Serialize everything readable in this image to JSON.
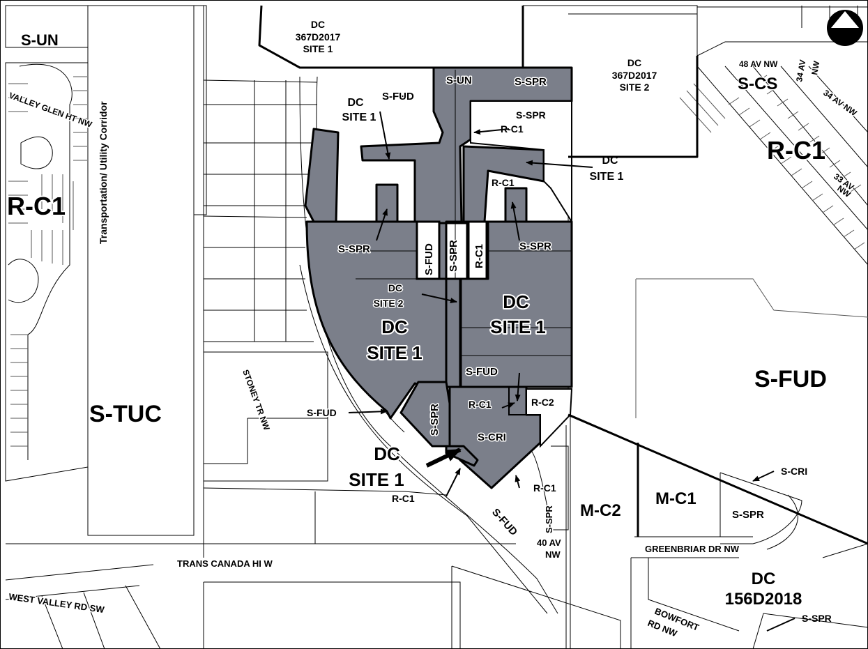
{
  "colors": {
    "zone_fill": "#7b7f8a",
    "background": "#ffffff",
    "line": "#000000"
  },
  "north_arrow": {
    "letter": "N"
  },
  "labels": {
    "s_un_top": "S-UN",
    "dc_367_site1": [
      "DC",
      "367D2017",
      "SITE 1"
    ],
    "dc_367_site2": [
      "DC",
      "367D2017",
      "SITE 2"
    ],
    "av48": "48 AV NW",
    "av34a": "34 AV",
    "av34a_nw": "NW",
    "s_cs": "S-CS",
    "av34": "34 AV NW",
    "rc1_right": "R-C1",
    "av33": "33 AV",
    "av33_nw": "NW",
    "valley_glen": "VALLEY GLEN HT NW",
    "rc1_left": "R-C1",
    "tuc_corridor": "Transportation/ Utility Corridor",
    "s_tuc": "S-TUC",
    "dc_site1_callout_a": [
      "DC",
      "SITE 1"
    ],
    "s_fud_top": "S-FUD",
    "s_un_gray": "S-UN",
    "s_spr_gray_top": "S-SPR",
    "s_spr_white_top": "S-SPR",
    "rc1_top": "R-C1",
    "dc_site1_callout_b": [
      "DC",
      "SITE 1"
    ],
    "rc1_mid": "R-C1",
    "s_spr_left": "S-SPR",
    "s_fud_vert": "S-FUD",
    "s_spr_vert": "S-SPR",
    "rc1_vert": "R-C1",
    "s_spr_right": "S-SPR",
    "dc_site2_small": [
      "DC",
      "SITE 2"
    ],
    "dc_site1_right": [
      "DC",
      "SITE 1"
    ],
    "dc_site1_center": [
      "DC",
      "SITE 1"
    ],
    "s_fud_gray": "S-FUD",
    "s_spr_lower": "S-SPR",
    "rc1_lower": "R-C1",
    "rc2": "R-C2",
    "s_cri_gray": "S-CRI",
    "s_fud_left": "S-FUD",
    "stoney": "STONEY TR NW",
    "dc_site1_bottom": [
      "DC",
      "SITE 1"
    ],
    "rc1_bottom_left": "R-C1",
    "rc1_bottom_right": "R-C1",
    "s_spr_strip": "S-SPR",
    "s_fud_diag": "S-FUD",
    "av40": "40 AV",
    "av40_nw": "NW",
    "m_c2": "M-C2",
    "m_c1": "M-C1",
    "s_spr_box": "S-SPR",
    "s_cri_right": "S-CRI",
    "s_fud_big": "S-FUD",
    "greenbriar": "GREENBRIAR DR NW",
    "trans_canada": "TRANS CANADA HI W",
    "west_valley": "WEST VALLEY RD SW",
    "dc_156": [
      "DC",
      "156D2018"
    ],
    "bowfort": "BOWFORT",
    "bowfort_rd": "RD NW",
    "s_spr_bottom": "S-SPR"
  }
}
